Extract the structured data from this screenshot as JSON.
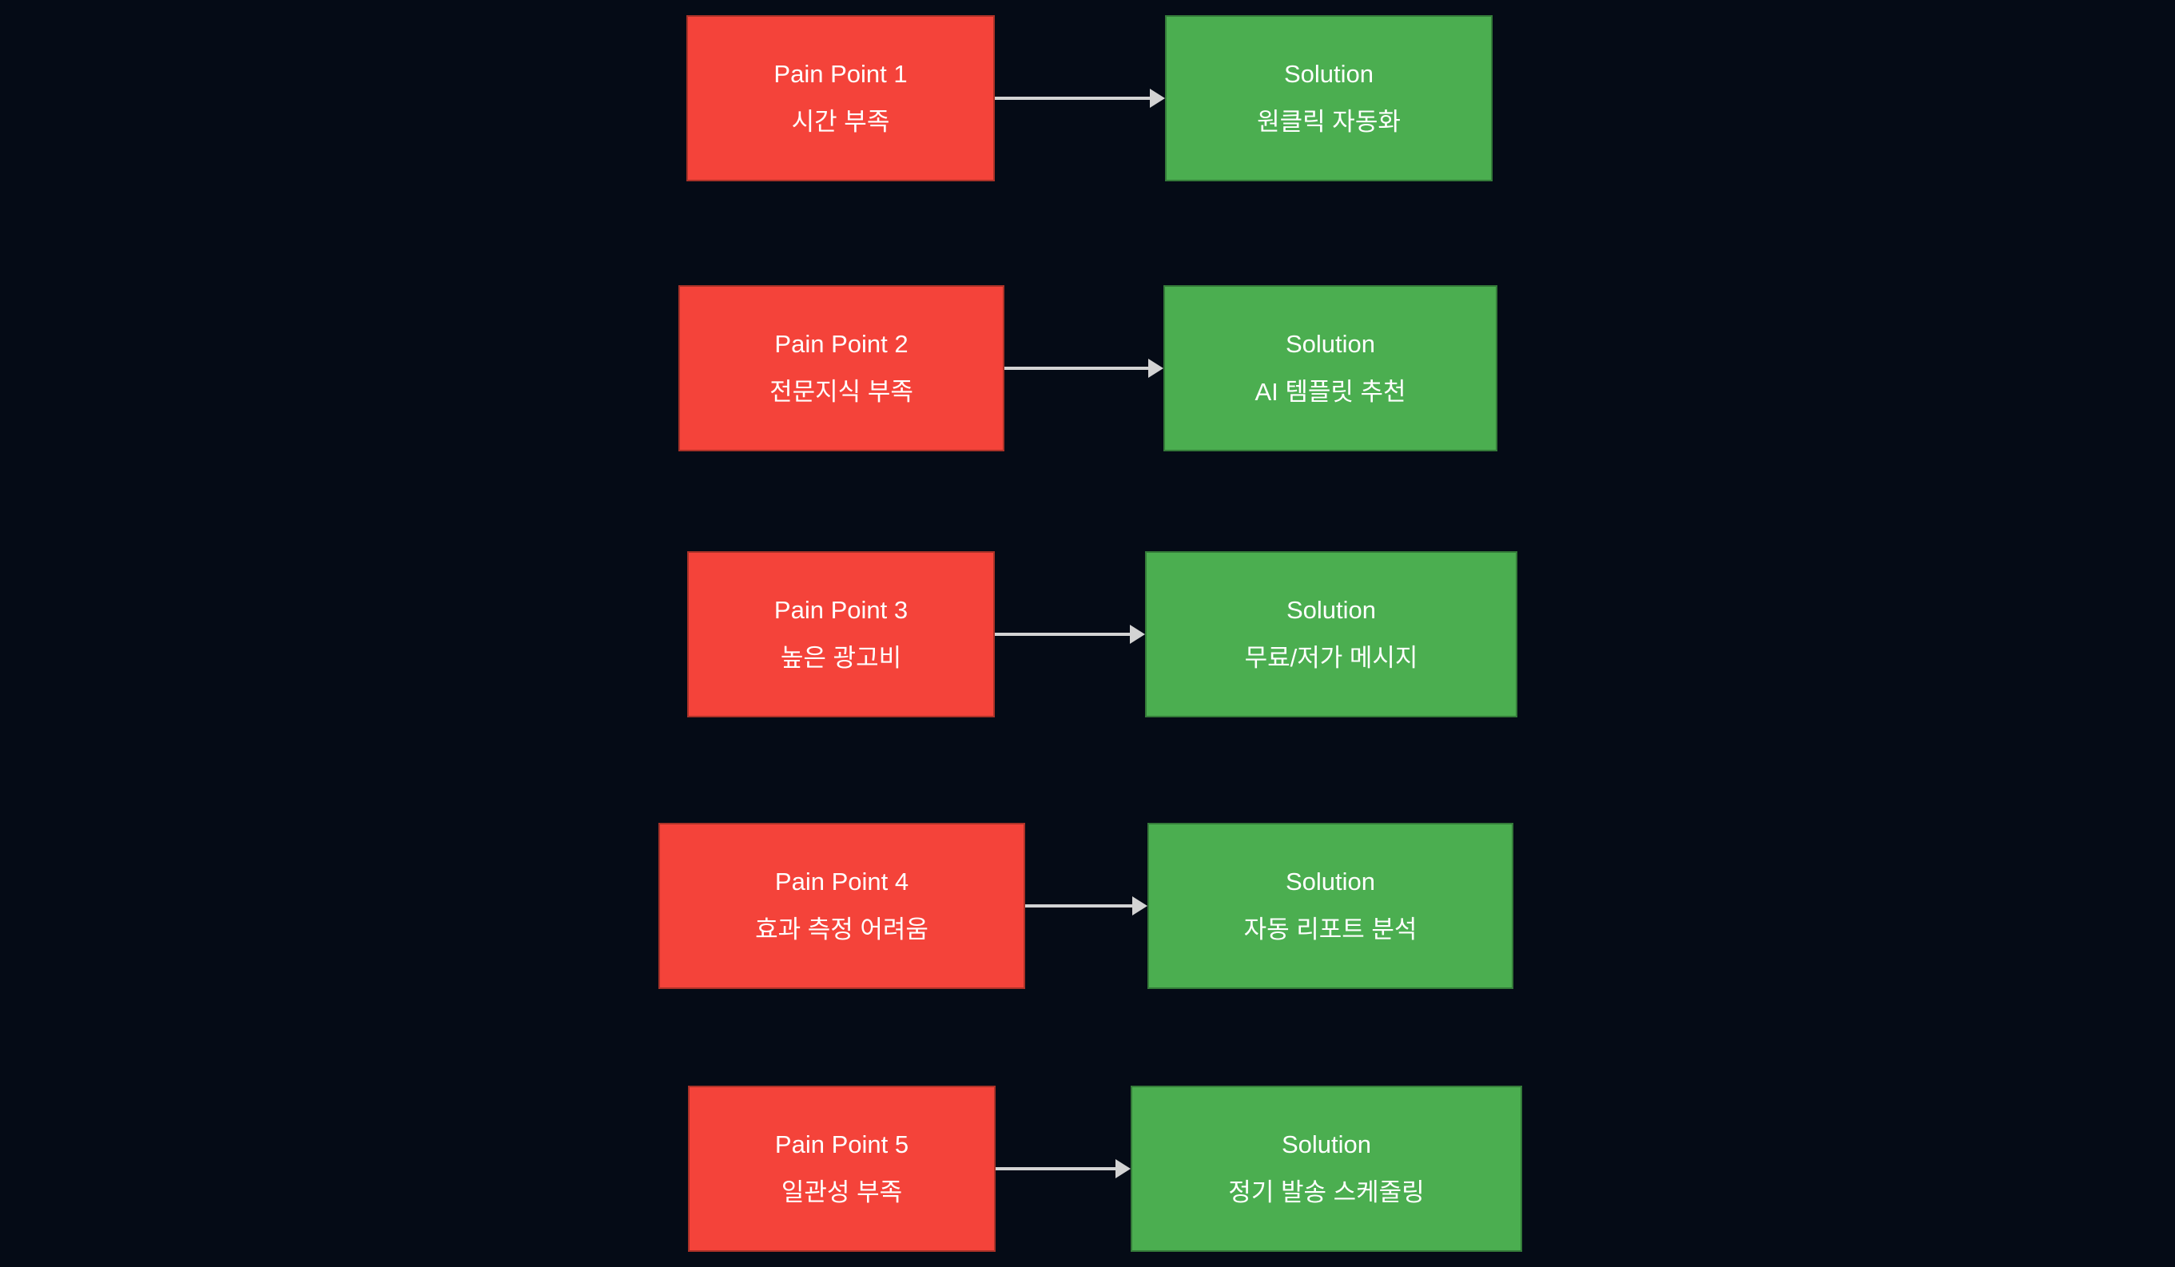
{
  "diagram": {
    "type": "flowchart-pain-solution",
    "colors": {
      "background": "#050b16",
      "pain_fill": "#f4433a",
      "pain_border": "#ab3228",
      "solution_fill": "#4bae50",
      "solution_border": "#347b39",
      "arrow": "#d3d3d3",
      "text": "#ffffff"
    },
    "rows": [
      {
        "pain_title": "Pain Point 1",
        "pain_label": "시간 부족",
        "solution_title": "Solution",
        "solution_label": "원클릭 자동화"
      },
      {
        "pain_title": "Pain Point 2",
        "pain_label": "전문지식 부족",
        "solution_title": "Solution",
        "solution_label": "AI 템플릿 추천"
      },
      {
        "pain_title": "Pain Point 3",
        "pain_label": "높은 광고비",
        "solution_title": "Solution",
        "solution_label": "무료/저가 메시지"
      },
      {
        "pain_title": "Pain Point 4",
        "pain_label": "효과 측정 어려움",
        "solution_title": "Solution",
        "solution_label": "자동 리포트 분석"
      },
      {
        "pain_title": "Pain Point 5",
        "pain_label": "일관성 부족",
        "solution_title": "Solution",
        "solution_label": "정기 발송 스케줄링"
      }
    ]
  }
}
